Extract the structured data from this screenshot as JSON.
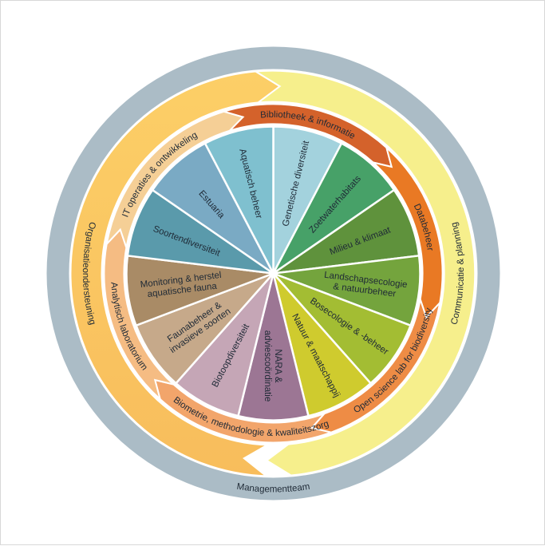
{
  "outer_ring": {
    "label": "Managementteam",
    "color": "#abbcc6"
  },
  "support_ring": [
    {
      "label": "Organisatieondersteuning",
      "color": "#fccf67",
      "color2": "#f8bd5c"
    },
    {
      "label": "Communicatie & planning",
      "color": "#f6ef8c"
    }
  ],
  "service_ring": [
    {
      "label": "Bibliotheek & informatie",
      "color": "#d4622b"
    },
    {
      "label": "Databeheer",
      "color": "#e97924"
    },
    {
      "label": "Open science lab for biodiversity",
      "color": "#ee8c45"
    },
    {
      "label": "Biometrie, methodologie & kwaliteitszorg",
      "color": "#f2a56b"
    },
    {
      "label": "Analytisch laboratorium",
      "color": "#f5bc83"
    },
    {
      "label": "IT operaties & ontwikkeling",
      "color": "#f5cf96"
    }
  ],
  "pie": {
    "segments": [
      {
        "lines": [
          "Genetische diversiteit"
        ],
        "color": "#a3d2dd"
      },
      {
        "lines": [
          "Zoetwaterhabitats"
        ],
        "color": "#47a168"
      },
      {
        "lines": [
          "Milieu & klimaat"
        ],
        "color": "#5f923c"
      },
      {
        "lines": [
          "Landschapsecologie",
          "& natuurbeheer"
        ],
        "color": "#74a43d"
      },
      {
        "lines": [
          "Bosecologie & -beheer"
        ],
        "color": "#a3bd33"
      },
      {
        "lines": [
          "Natuur & maatschappij"
        ],
        "color": "#cfcb2e"
      },
      {
        "lines": [
          "NARA &",
          "adviescoördinatie"
        ],
        "color": "#9c7694"
      },
      {
        "lines": [
          "Biotoopdiversiteit"
        ],
        "color": "#c5a6b6"
      },
      {
        "lines": [
          "Faunabeheer &",
          "invasieve soorten"
        ],
        "color": "#c6a98a"
      },
      {
        "lines": [
          "Monitoring & herstel",
          "aquatische fauna"
        ],
        "color": "#a98b66"
      },
      {
        "lines": [
          "Soortendiversiteit"
        ],
        "color": "#5a9aab"
      },
      {
        "lines": [
          "Estuaria"
        ],
        "color": "#7aaac4"
      },
      {
        "lines": [
          "Aquatisch beheer"
        ],
        "color": "#7fc0cf"
      }
    ]
  }
}
